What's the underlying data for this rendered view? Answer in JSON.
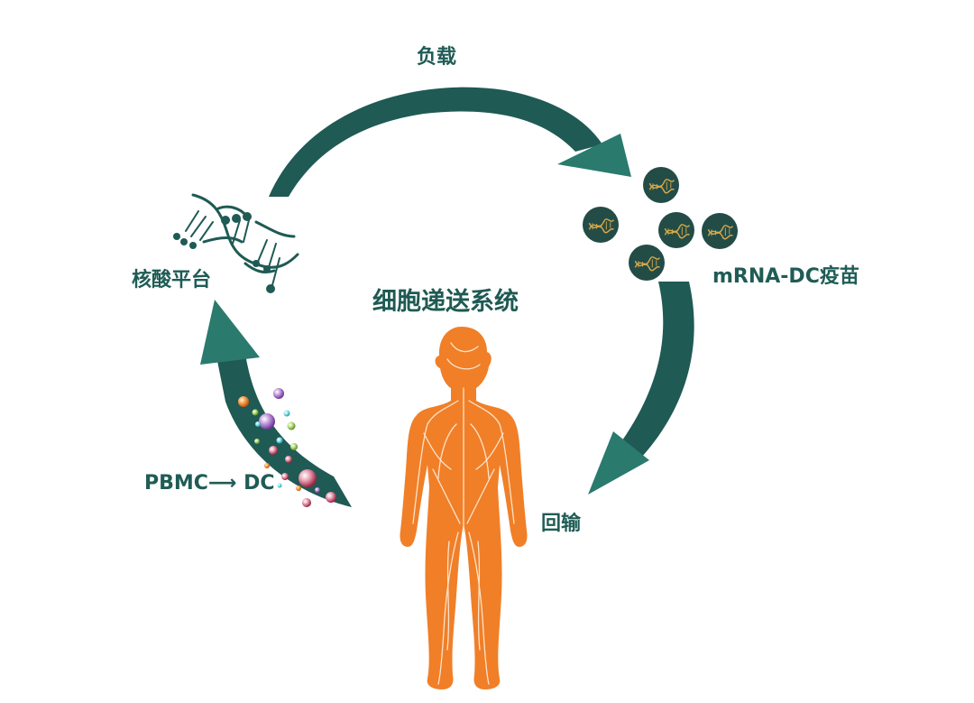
{
  "diagram": {
    "labels": {
      "load": "负载",
      "nucleic_platform": "核酸平台",
      "system_title": "细胞递送系统",
      "vaccine": "mRNA-DC疫苗",
      "reinfusion": "回输",
      "pbmc_to_dc": "PBMC⟶ DC"
    },
    "colors": {
      "arrow_dark": "#1f5a54",
      "arrow_head": "#2a7a6e",
      "body": "#f07f28",
      "vessels": "#fde3c8",
      "particle_dark": "#234c47",
      "dna_gold": "#d9a948",
      "text": "#1f5c55"
    },
    "icons": [
      "dna-helix-icon",
      "mrna-particle-icon",
      "human-body-icon",
      "cell-cluster-icon"
    ]
  }
}
